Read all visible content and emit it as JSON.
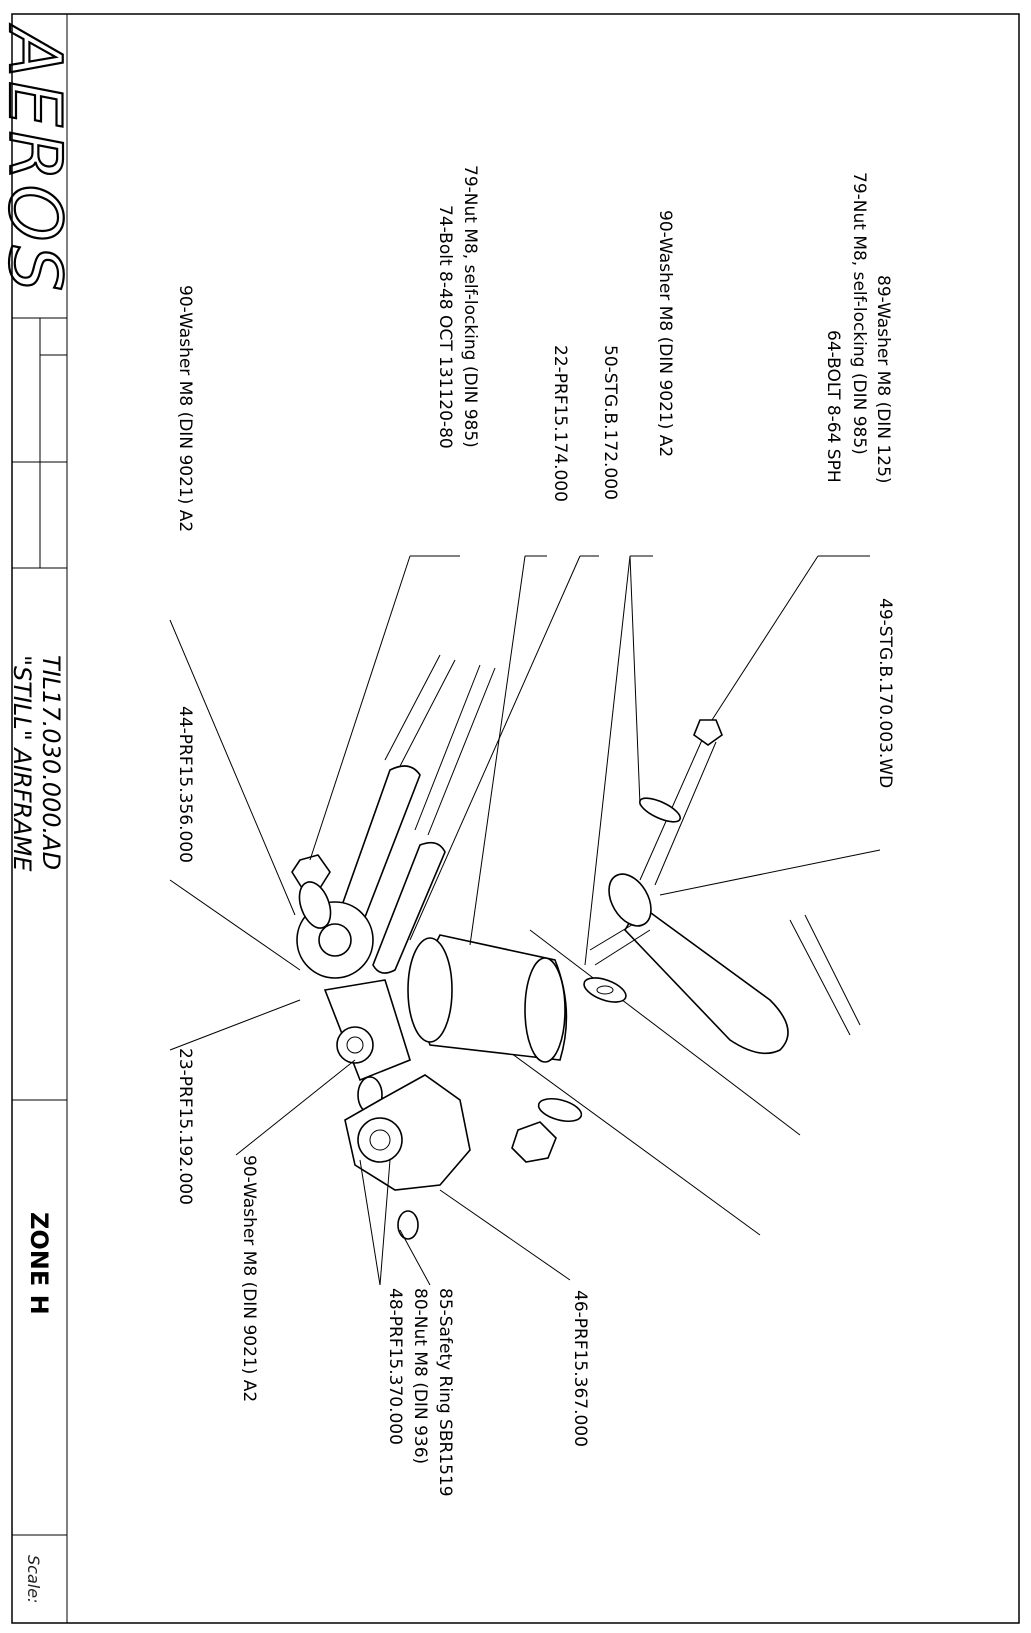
{
  "title_block": {
    "logo_text": "AEROS",
    "drawing_number": "TIL17.030.000.AD",
    "drawing_title": "\"STILL\" AIRFRAME",
    "zone": "ZONE H",
    "scale_label": "Scale:"
  },
  "callouts": {
    "washer_89": "89-Washer M8 (DIN 125)",
    "nut_79_a": "79-Nut M8, self-locking (DIN 985)",
    "bolt_64": "64-BOLT 8-64 SPH",
    "washer_90_a": "90-Washer M8 (DIN 9021) A2",
    "part_50": "50-STG.B.172.000",
    "part_22": "22-PRF15.174.000",
    "nut_79_b": "79-Nut M8, self-locking (DIN 985)",
    "bolt_74": "74-Bolt 8-48 OCT 131120-80",
    "washer_90_b": "90-Washer M8 (DIN 9021) A2",
    "part_49": "49-STG.B.170.003.WD",
    "part_44": "44-PRF15.356.000",
    "part_23": "23-PRF15.192.000",
    "washer_90_c": "90-Washer M8 (DIN 9021) A2",
    "safety_ring_85": "85-Safety Ring SBR1519",
    "nut_80": "80-Nut M8 (DIN 936)",
    "part_48": "48-PRF15.370.000",
    "part_46": "46-PRF15.367.000"
  }
}
